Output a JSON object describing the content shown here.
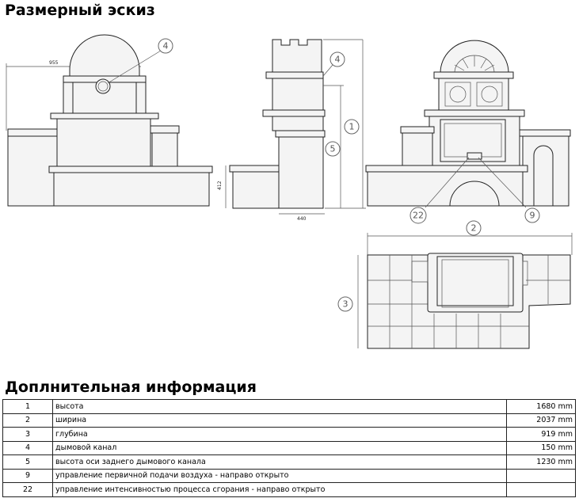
{
  "sketch_title": "Размерный эскиз",
  "info_title": "Доплнительная информация",
  "callouts": {
    "c1": "1",
    "c2": "2",
    "c3": "3",
    "c4a": "4",
    "c4b": "4",
    "c5": "5",
    "c9": "9",
    "c22": "22"
  },
  "dimensions": {
    "front_width": "955",
    "side_height": "412",
    "side_depth": "440"
  },
  "info_rows": [
    {
      "id": "1",
      "label": "высота",
      "value": "1680 mm"
    },
    {
      "id": "2",
      "label": "ширина",
      "value": "2037 mm"
    },
    {
      "id": "3",
      "label": "глубина",
      "value": "919 mm"
    },
    {
      "id": "4",
      "label": "дымовой канал",
      "value": "150 mm"
    },
    {
      "id": "5",
      "label": "высота оси заднего дымового канала",
      "value": "1230 mm"
    },
    {
      "id": "9",
      "label": "управление первичной подачи воздуха - направо открыто",
      "value": ""
    },
    {
      "id": "22",
      "label": "управление интенсивностью процесса сгорания - направо открыто",
      "value": ""
    }
  ]
}
